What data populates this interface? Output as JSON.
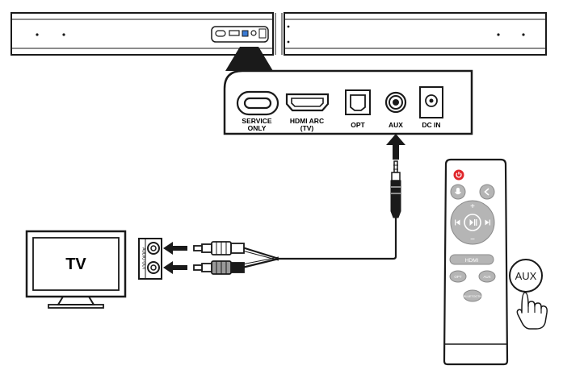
{
  "ports": {
    "service": {
      "line1": "SERVICE",
      "line2": "ONLY"
    },
    "hdmi": {
      "line1": "HDMI ARC",
      "line2": "(TV)"
    },
    "opt": {
      "label": "OPT"
    },
    "aux": {
      "label": "AUX"
    },
    "dcin": {
      "label": "DC IN"
    }
  },
  "tv": {
    "label": "TV",
    "port_label": "AUDIO OUT"
  },
  "remote": {
    "hdmi_label": "HDMI",
    "opt_label": "OPT",
    "aux_label": "AUX",
    "bt_label": "BLUETOOTH",
    "plus": "+",
    "minus": "−",
    "callout_label": "AUX"
  },
  "colors": {
    "stroke": "#1a1a1a",
    "power_red": "#e0262b",
    "button_gray": "#b5b5b5",
    "remote_body": "#ffffff"
  }
}
